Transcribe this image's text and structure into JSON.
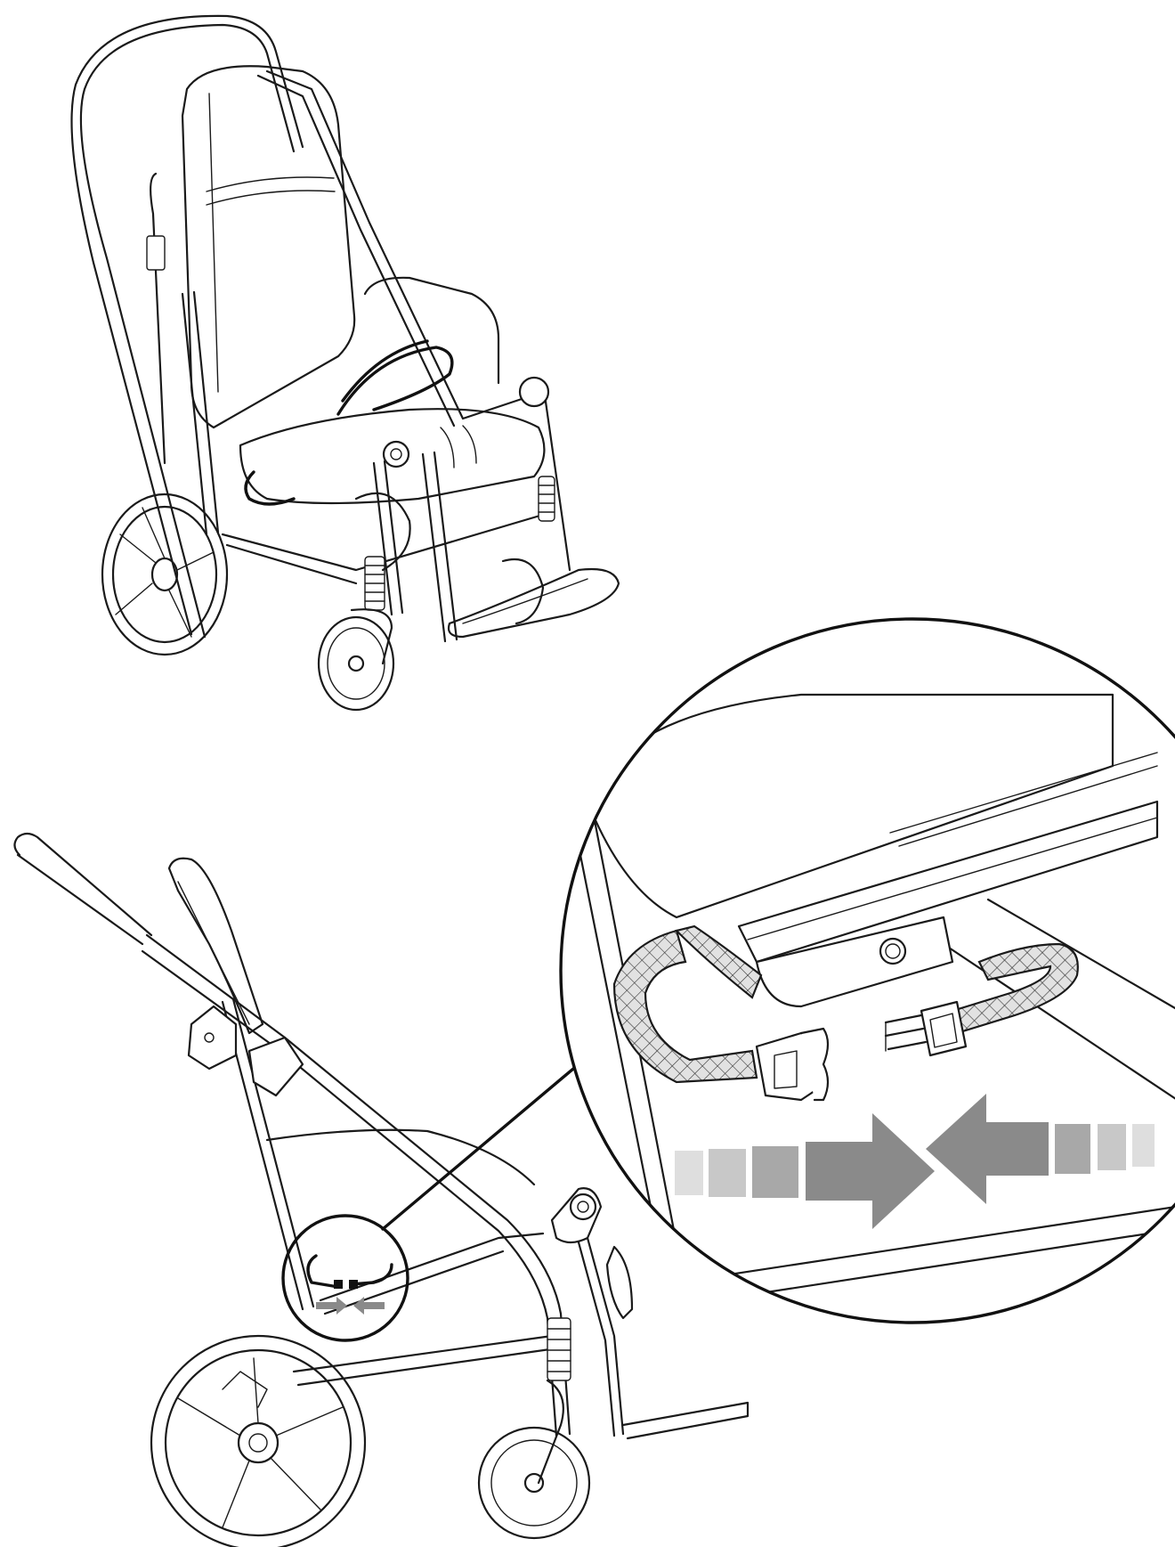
{
  "figure": {
    "views": [
      {
        "id": "stroller-front-view",
        "subject": "adaptive-stroller",
        "highlight": "seat-belt-strap"
      },
      {
        "id": "stroller-side-view",
        "subject": "adaptive-stroller",
        "highlight": "belt-buckle"
      }
    ],
    "detail": {
      "id": "buckle-detail-callout",
      "action": "connect-buckle-halves"
    }
  },
  "colors": {
    "line": "#1a1a1a",
    "arrow_dark": "#8a8a8a",
    "arrow_mid": "#a8a8a8",
    "arrow_light": "#c8c8c8",
    "arrow_faint": "#dedede",
    "webbing_fill": "#d9d9d9",
    "background": "#ffffff"
  }
}
